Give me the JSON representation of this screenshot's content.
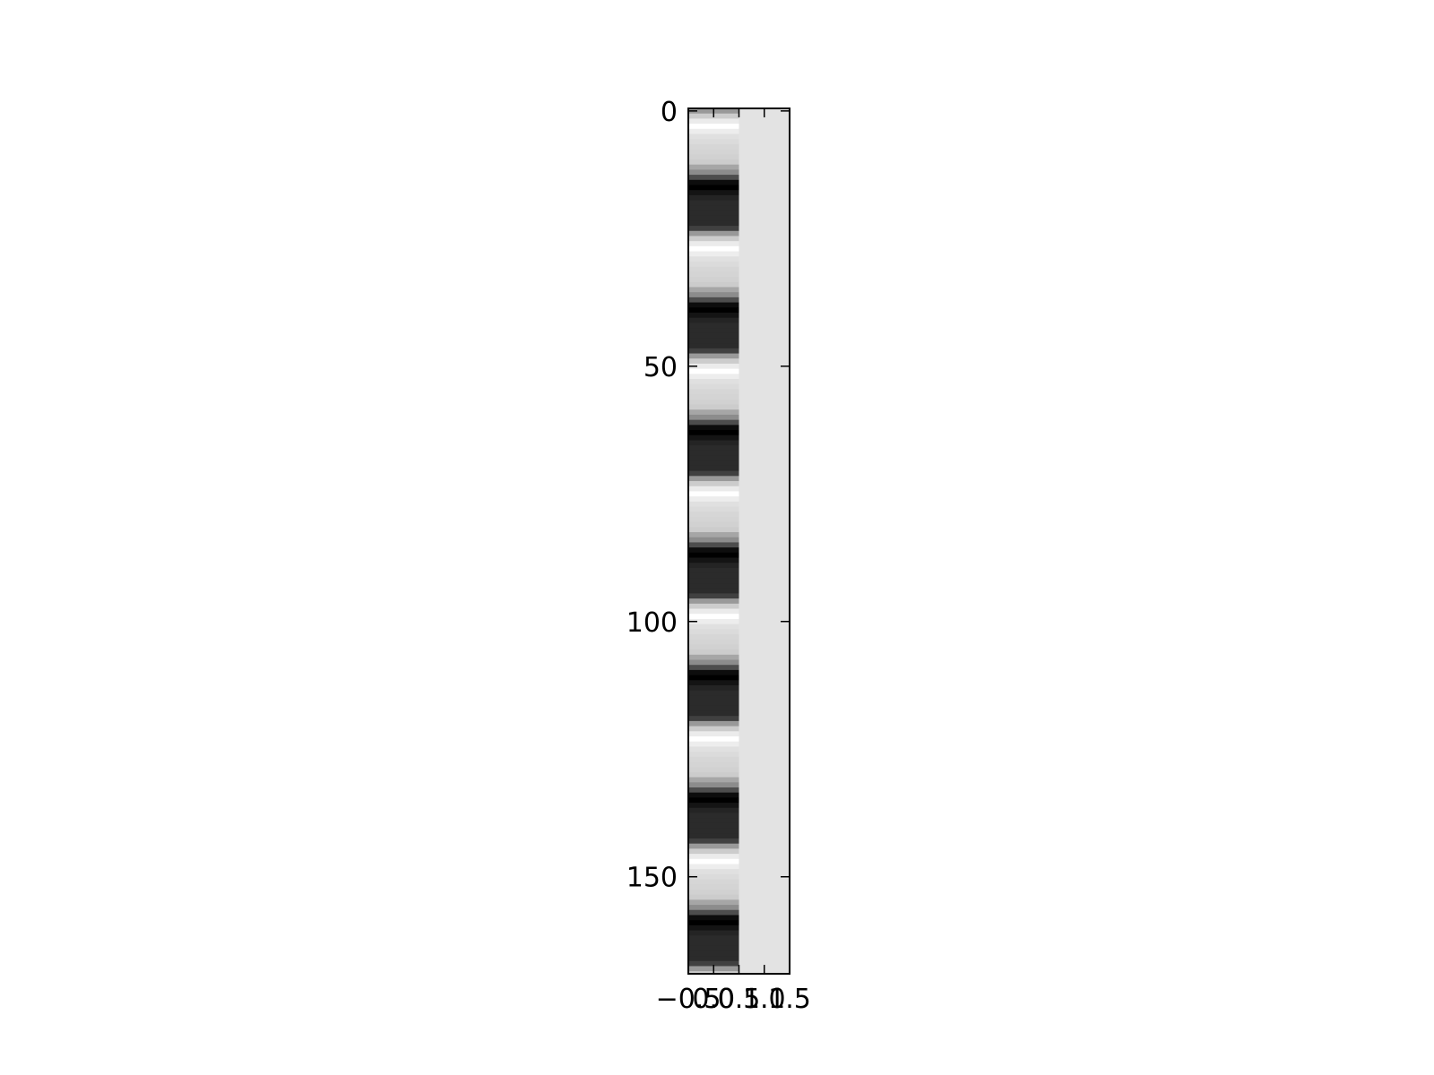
{
  "chart_data": {
    "type": "heatmap",
    "title": "",
    "xlabel": "",
    "ylabel": "",
    "colormap": "gray",
    "x_columns": 2,
    "xlim": [
      -0.5,
      1.5
    ],
    "ylim": [
      169,
      -0.5
    ],
    "x_ticks": [
      -0.5,
      0.0,
      0.5,
      1.0,
      1.5
    ],
    "x_tick_labels": [
      "−0.5",
      "0.0",
      "0.5",
      "1.0",
      "1.5"
    ],
    "y_ticks": [
      0,
      50,
      100,
      150
    ],
    "y_tick_labels": [
      "0",
      "50",
      "100",
      "150"
    ],
    "column_0_pattern": {
      "period_rows": 24,
      "phase_start_row": -1,
      "gray_levels": [
        0.25,
        0.6,
        0.8,
        0.92,
        1.0,
        0.93,
        0.88,
        0.86,
        0.84,
        0.83,
        0.82,
        0.8,
        0.65,
        0.55,
        0.3,
        0.05,
        0.0,
        0.08,
        0.14,
        0.17,
        0.17,
        0.17,
        0.17,
        0.17
      ]
    },
    "column_1_constant_gray": 0.89,
    "grid": false
  }
}
